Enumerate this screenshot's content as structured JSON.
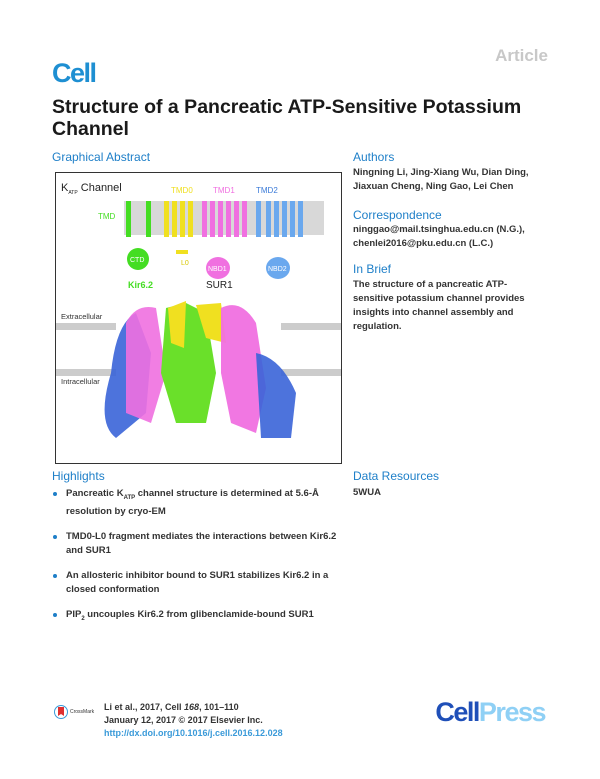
{
  "header": {
    "type_label": "Article",
    "journal_logo": "Cell",
    "title": "Structure of a Pancreatic ATP-Sensitive Potassium Channel"
  },
  "graphical_abstract": {
    "heading": "Graphical Abstract",
    "channel_label": "K",
    "channel_sub": "ATP",
    "channel_rest": " Channel",
    "labels": {
      "tmd": "TMD",
      "ctd": "CTD",
      "kir": "Kir6.2",
      "tmd0": "TMD0",
      "tmd1": "TMD1",
      "tmd2": "TMD2",
      "l0": "L0",
      "nbd1": "NBD1",
      "nbd2": "NBD2",
      "sur1": "SUR1",
      "extracellular": "Extracellular",
      "intracellular": "Intracellular"
    },
    "colors": {
      "kir": "#44dd22",
      "tmd0": "#f0e020",
      "sur1": "#f070e0",
      "tmd2": "#3a7ad8"
    }
  },
  "authors": {
    "heading": "Authors",
    "text": "Ningning Li, Jing-Xiang Wu, Dian Ding, Jiaxuan Cheng, Ning Gao, Lei Chen"
  },
  "correspondence": {
    "heading": "Correspondence",
    "line1": "ninggao@mail.tsinghua.edu.cn (N.G.),",
    "line2": "chenlei2016@pku.edu.cn (L.C.)"
  },
  "in_brief": {
    "heading": "In Brief",
    "text": "The structure of a pancreatic ATP-sensitive potassium channel provides insights into channel assembly and regulation."
  },
  "highlights": {
    "heading": "Highlights",
    "items": [
      {
        "pre": "Pancreatic K",
        "sub": "ATP",
        "post": " channel structure is determined at 5.6-Å resolution by cryo-EM"
      },
      {
        "pre": "TMD0-L0 fragment mediates the interactions between Kir6.2 and SUR1",
        "sub": "",
        "post": ""
      },
      {
        "pre": "An allosteric inhibitor bound to SUR1 stabilizes Kir6.2 in a closed conformation",
        "sub": "",
        "post": ""
      },
      {
        "pre": "PIP",
        "sub": "2",
        "post": " uncouples Kir6.2 from glibenclamide-bound SUR1"
      }
    ]
  },
  "data_resources": {
    "heading": "Data Resources",
    "text": "5WUA"
  },
  "footer": {
    "citation_pre": "Li et al., 2017, Cell ",
    "citation_vol": "168",
    "citation_post": ", 101–110",
    "date": "January 12, 2017 © 2017 Elsevier Inc.",
    "doi": "http://dx.doi.org/10.1016/j.cell.2016.12.028",
    "crossmark": "CrossMark",
    "publisher_a": "Cell",
    "publisher_b": "Press"
  }
}
